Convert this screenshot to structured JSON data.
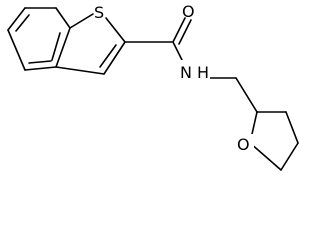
{
  "molecule": {
    "atoms": {
      "S": "S",
      "O_carbonyl": "O",
      "NH": "N  H",
      "O_ring": "O"
    },
    "colors": {
      "bond": "#000000",
      "background": "#ffffff"
    }
  }
}
